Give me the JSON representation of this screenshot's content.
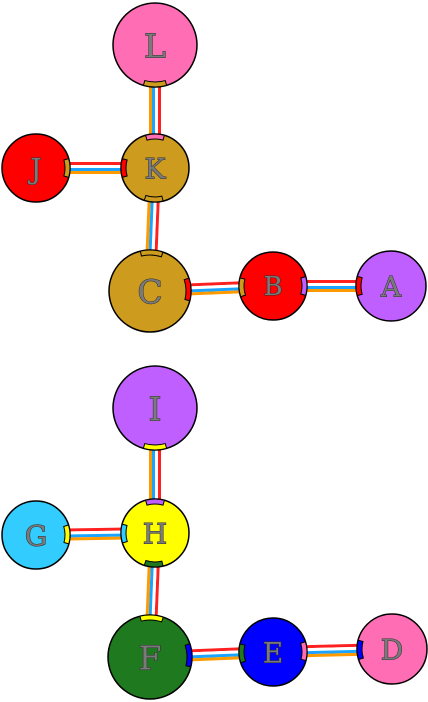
{
  "graphs": [
    {
      "nodes": [
        {
          "id": "L",
          "label": "L",
          "color": "#ff6eb4"
        },
        {
          "id": "K",
          "label": "K",
          "color": "#cd9b1d"
        },
        {
          "id": "J",
          "label": "J",
          "color": "#ff0000"
        },
        {
          "id": "C",
          "label": "C",
          "color": "#cd9b1d"
        },
        {
          "id": "B",
          "label": "B",
          "color": "#ff0000"
        },
        {
          "id": "A",
          "label": "A",
          "color": "#bf5fff"
        }
      ],
      "edges": [
        [
          "L",
          "K"
        ],
        [
          "J",
          "K"
        ],
        [
          "K",
          "C"
        ],
        [
          "C",
          "B"
        ],
        [
          "B",
          "A"
        ]
      ]
    },
    {
      "nodes": [
        {
          "id": "I",
          "label": "I",
          "color": "#bf5fff"
        },
        {
          "id": "H",
          "label": "H",
          "color": "#ffff00"
        },
        {
          "id": "G",
          "label": "G",
          "color": "#33ccff"
        },
        {
          "id": "F",
          "label": "F",
          "color": "#1f7a1f"
        },
        {
          "id": "E",
          "label": "E",
          "color": "#0000ff"
        },
        {
          "id": "D",
          "label": "D",
          "color": "#ff6eb4"
        }
      ],
      "edges": [
        [
          "I",
          "H"
        ],
        [
          "G",
          "H"
        ],
        [
          "H",
          "F"
        ],
        [
          "F",
          "E"
        ],
        [
          "E",
          "D"
        ]
      ]
    }
  ],
  "edge_stripe_colors": [
    "#ff2020",
    "#ffffff",
    "#1aa3ff",
    "#ff9900"
  ],
  "outline_color": "#000000"
}
